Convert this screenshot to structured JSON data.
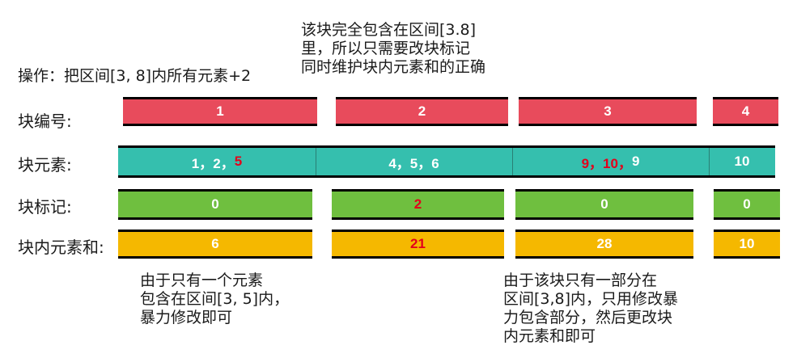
{
  "annotations": {
    "operation": "操作：把区间[3, 8]内所有元素+2",
    "top_note": "该块完全包含在区间[3.8]\n里，所以只需要改块标记\n同时维护块内元素和的正确",
    "bottom_left_note": "由于只有一个元素\n包含在区间[3, 5]内，\n暴力修改即可",
    "bottom_right_note": "由于该块只有一部分在\n区间[3,8]内，只用修改暴\n力包含部分，然后更改块\n内元素和即可"
  },
  "row_labels": {
    "block_id": "块编号:",
    "block_elements": "块元素:",
    "block_tag": "块标记:",
    "block_sum": "块内元素和:"
  },
  "block_ids": [
    "1",
    "2",
    "3",
    "4"
  ],
  "block_elements": {
    "b1_plain": "1，2，",
    "b1_hl": "5",
    "b2": "4，5，6",
    "b3_hl": "9，10，",
    "b3_plain": "9",
    "b4": "10"
  },
  "block_tags": [
    "0",
    "2",
    "0",
    "0"
  ],
  "block_sums": [
    "6",
    "21",
    "28",
    "10"
  ],
  "colors": {
    "id_row": "#e84b5c",
    "elements_row": "#35bfae",
    "tag_row": "#6fbf3f",
    "sum_row": "#f5b800",
    "highlight": "#e3001b"
  }
}
